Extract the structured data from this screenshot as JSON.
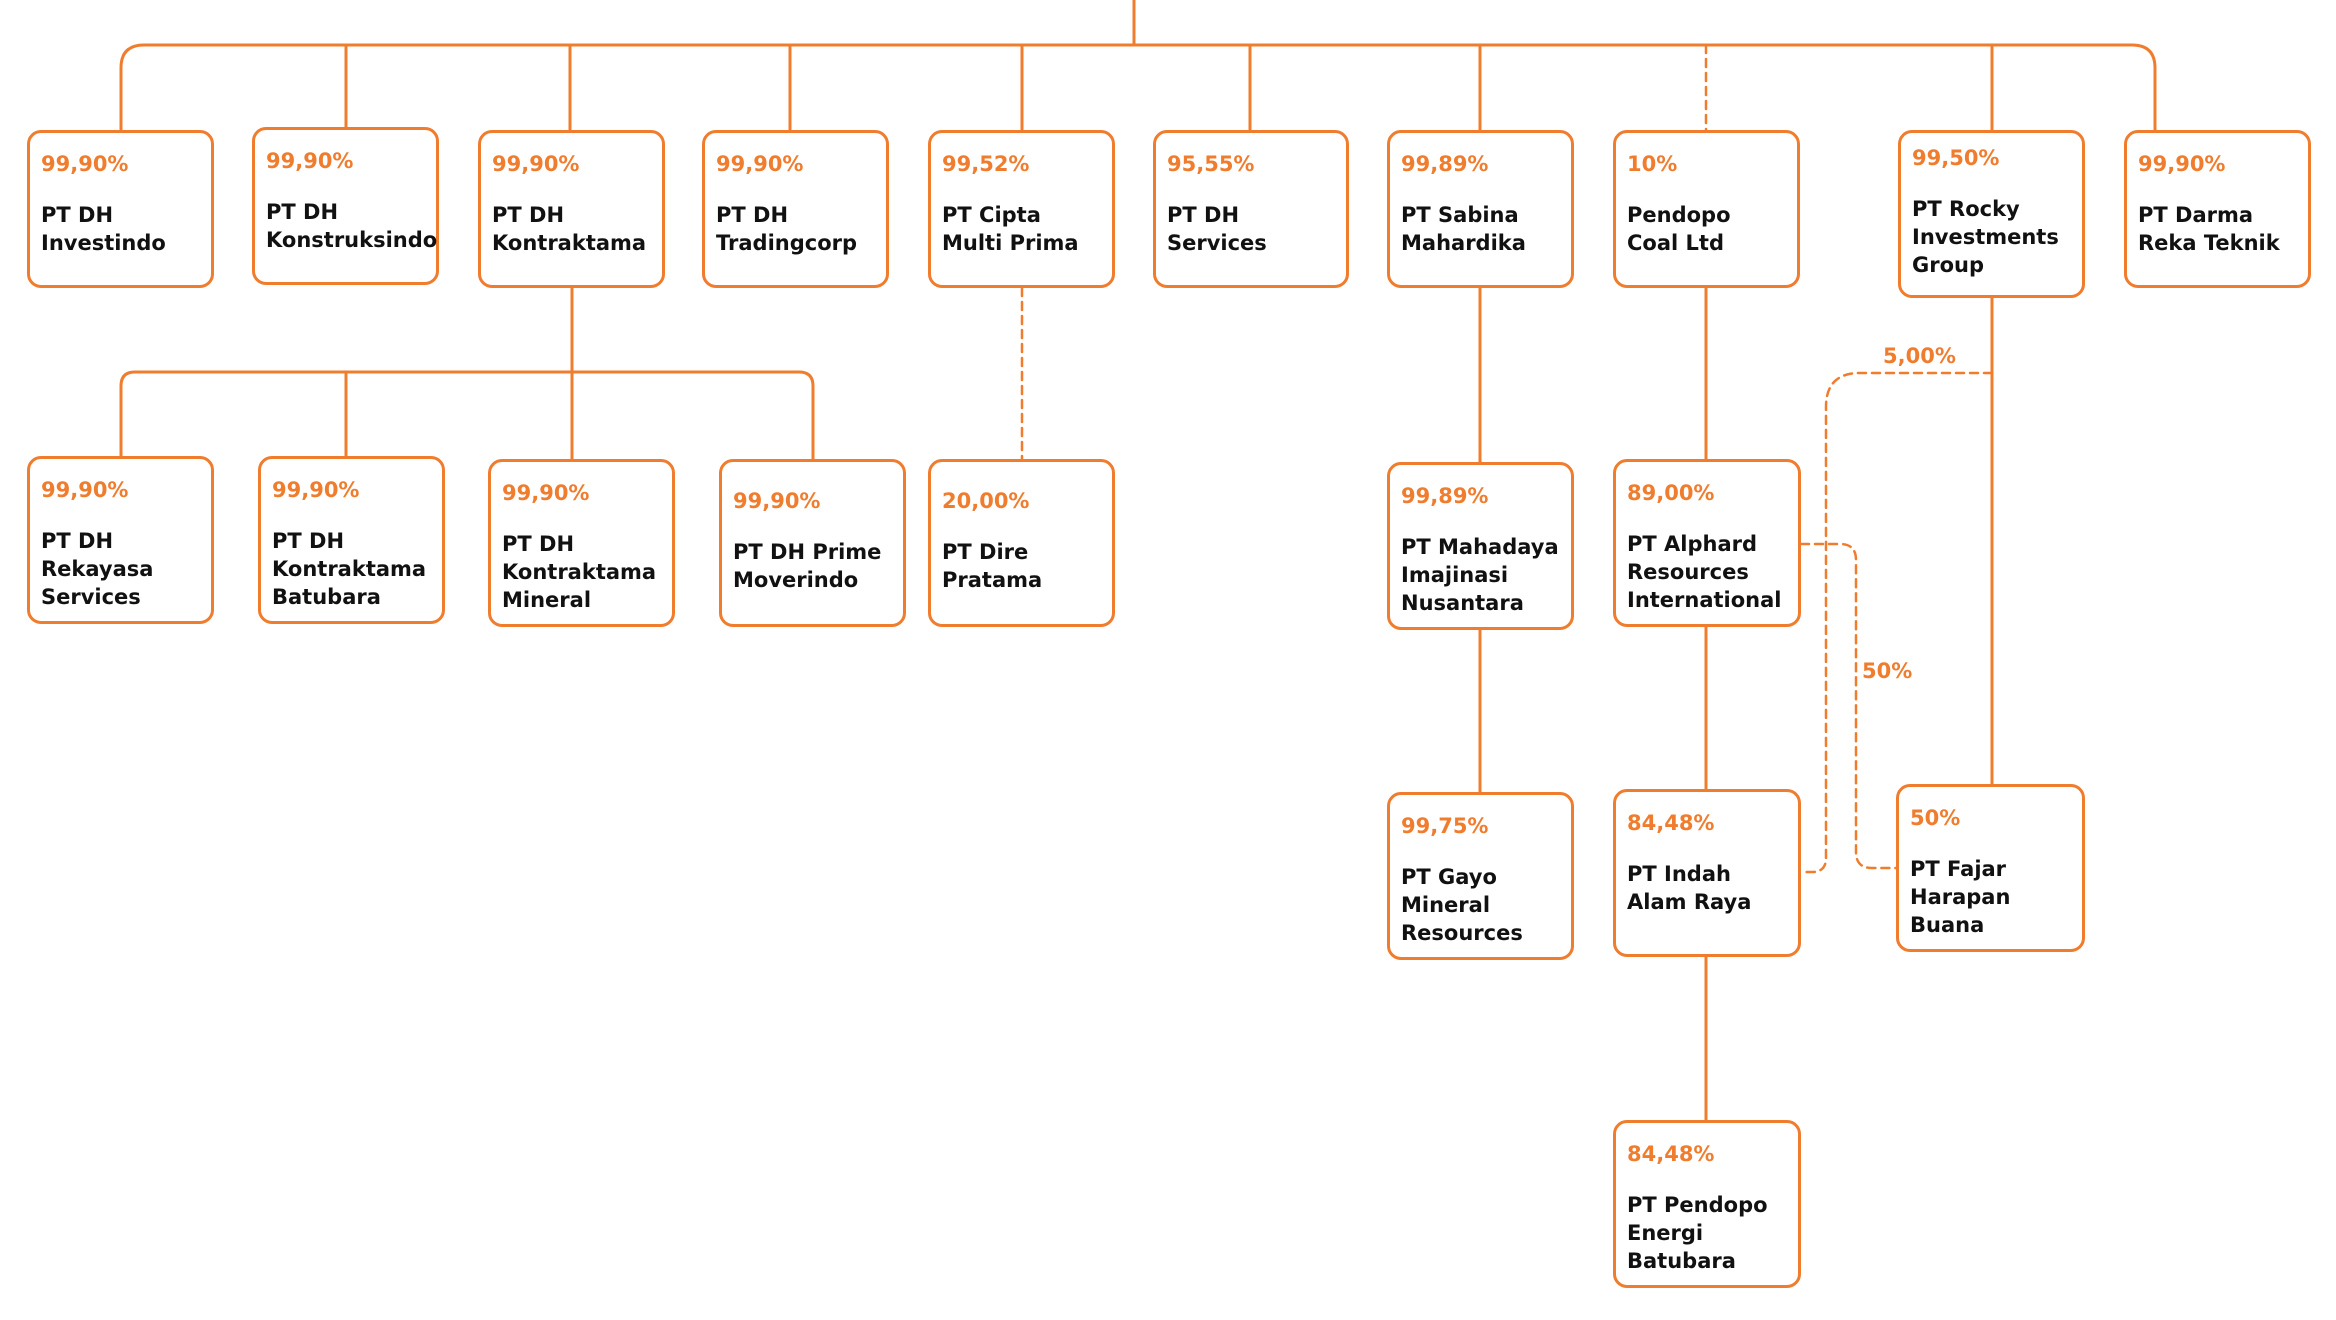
{
  "nodes": {
    "investindo": {
      "pct": "99,90%",
      "name": "PT DH Investindo"
    },
    "konstruksindo": {
      "pct": "99,90%",
      "name": "PT DH Konstruksindo"
    },
    "kontraktama": {
      "pct": "99,90%",
      "name": "PT DH Kontraktama"
    },
    "tradingcorp": {
      "pct": "99,90%",
      "name": "PT DH Tradingcorp"
    },
    "cipta": {
      "pct": "99,52%",
      "name": "PT Cipta Multi Prima"
    },
    "services": {
      "pct": "95,55%",
      "name": "PT DH Services"
    },
    "sabina": {
      "pct": "99,89%",
      "name": "PT Sabina Mahardika"
    },
    "pendopo_coal": {
      "pct": "10%",
      "name": "Pendopo Coal Ltd"
    },
    "rocky": {
      "pct": "99,50%",
      "name": "PT Rocky Investments Group"
    },
    "darma": {
      "pct": "99,90%",
      "name": "PT Darma Reka Teknik"
    },
    "rekayasa": {
      "pct": "99,90%",
      "name": "PT DH Rekayasa Services"
    },
    "kontraktama_batubara": {
      "pct": "99,90%",
      "name": "PT DH Kontraktama Batubara"
    },
    "kontraktama_mineral": {
      "pct": "99,90%",
      "name": "PT DH Kontraktama Mineral"
    },
    "prime": {
      "pct": "99,90%",
      "name": "PT DH Prime Moverindo"
    },
    "dire": {
      "pct": "20,00%",
      "name": "PT Dire Pratama"
    },
    "mahadaya": {
      "pct": "99,89%",
      "name": "PT Mahadaya Imajinasi Nusantara"
    },
    "alphard": {
      "pct": "89,00%",
      "name": "PT Alphard Resources International"
    },
    "gayo": {
      "pct": "99,75%",
      "name": "PT Gayo Mineral Resources"
    },
    "indah": {
      "pct": "84,48%",
      "name": "PT Indah Alam Raya"
    },
    "fajar": {
      "pct": "50%",
      "name": "PT Fajar Harapan Buana"
    },
    "pendopo_energi": {
      "pct": "84,48%",
      "name": "PT Pendopo Energi Batubara"
    }
  },
  "edge_labels": {
    "rocky_to_indah": "5,00%",
    "alphard_to_fajar": "50%"
  },
  "colors": {
    "accent": "#f07c2e",
    "text": "#111111",
    "background": "#ffffff"
  }
}
